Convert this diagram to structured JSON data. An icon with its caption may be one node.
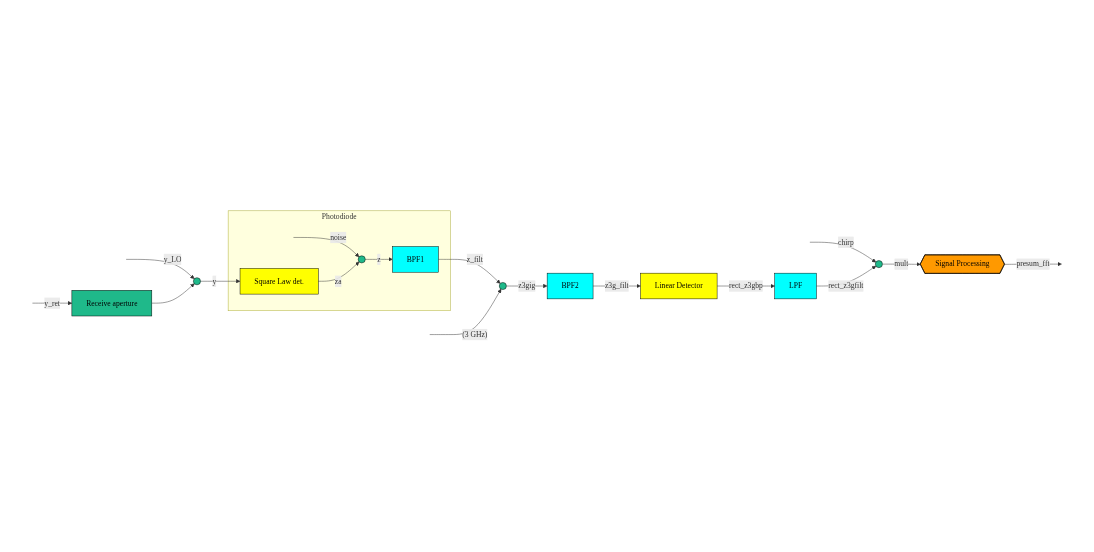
{
  "diagram": {
    "nodes": [
      {
        "text": [
          "Photodiode"
        ]
      },
      {
        "text": [],
        "shape": "circle",
        "in": 0
      },
      {
        "text": [
          "Square Law det."
        ],
        "in": 0
      },
      {
        "text": [],
        "shape": "circle"
      },
      {
        "text": [
          "Receive aperture"
        ]
      },
      {
        "text": [
          "BPF1"
        ],
        "in": 0
      },
      {
        "text": [],
        "shape": "circle"
      },
      {
        "text": [
          "BPF2"
        ]
      },
      {
        "text": [
          "Linear Detector"
        ]
      },
      {
        "text": [
          "LPF"
        ]
      },
      {
        "text": [],
        "shape": "circle"
      },
      {
        "text": [
          "Signal Processing"
        ]
      }
    ],
    "edges": [
      {
        "from": null,
        "to": 1,
        "arrow": "to",
        "label": "noise"
      },
      {
        "from": 2,
        "to": 1,
        "arrow": "to",
        "label": "za"
      },
      {
        "from": 3,
        "to": 2,
        "arrow": "to",
        "label": "y"
      },
      {
        "from": null,
        "to": 3,
        "arrow": "to",
        "label": "y_LO"
      },
      {
        "from": 4,
        "to": 3,
        "arrow": "to"
      },
      {
        "from": null,
        "to": 4,
        "arrow": "to",
        "label": "y_ret"
      },
      {
        "from": 1,
        "to": 5,
        "arrow": "to",
        "label": "z"
      },
      {
        "from": 5,
        "to": 6,
        "arrow": "to",
        "label": "z_filt"
      },
      {
        "from": null,
        "to": 6,
        "arrow": "to",
        "label": "(3 GHz)"
      },
      {
        "from": 6,
        "to": 7,
        "arrow": "to",
        "label": "z3gig"
      },
      {
        "from": 7,
        "to": 8,
        "arrow": "to",
        "label": "z3g_filt"
      },
      {
        "from": 8,
        "to": 9,
        "arrow": "to",
        "label": "rect_z3gbp"
      },
      {
        "from": null,
        "to": 10,
        "arrow": "to",
        "label": "chirp"
      },
      {
        "from": 9,
        "to": 10,
        "arrow": "to",
        "label": "rect_z3gfilt"
      },
      {
        "from": 10,
        "to": 11,
        "arrow": "to",
        "label": "mult"
      },
      {
        "from": 11,
        "to": null,
        "arrow": "to",
        "label": "presum_fft"
      }
    ]
  }
}
